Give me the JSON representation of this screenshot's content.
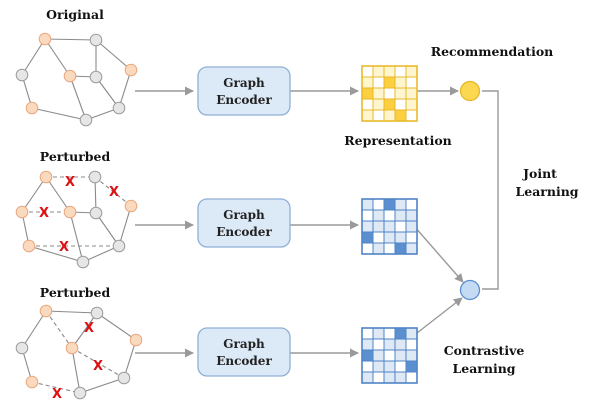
{
  "labels": {
    "original": "Original",
    "perturbed_1": "Perturbed",
    "perturbed_2": "Perturbed",
    "recommendation": "Recommendation",
    "representation": "Representation",
    "joint_line1": "Joint",
    "joint_line2": "Learning",
    "contrastive_line1": "Contrastive",
    "contrastive_line2": "Learning"
  },
  "encoders": [
    {
      "line1": "Graph",
      "line2": "Encoder"
    },
    {
      "line1": "Graph",
      "line2": "Encoder"
    },
    {
      "line1": "Graph",
      "line2": "Encoder"
    }
  ],
  "mark": "X",
  "colors": {
    "node_orange": "#fbd9bf",
    "node_orange_stroke": "#e9a77a",
    "node_gray": "#e6e6e6",
    "node_gray_stroke": "#9a9a9a",
    "encoder_fill": "#dce9f7",
    "encoder_stroke": "#8fb1d6",
    "yellow": "#fbcf3f",
    "yellow_light": "#fff6cf",
    "blue": "#5b8fd0",
    "blue_light": "#dfe9f6",
    "arrow": "#9a9a9a",
    "x_mark": "#d11111"
  }
}
